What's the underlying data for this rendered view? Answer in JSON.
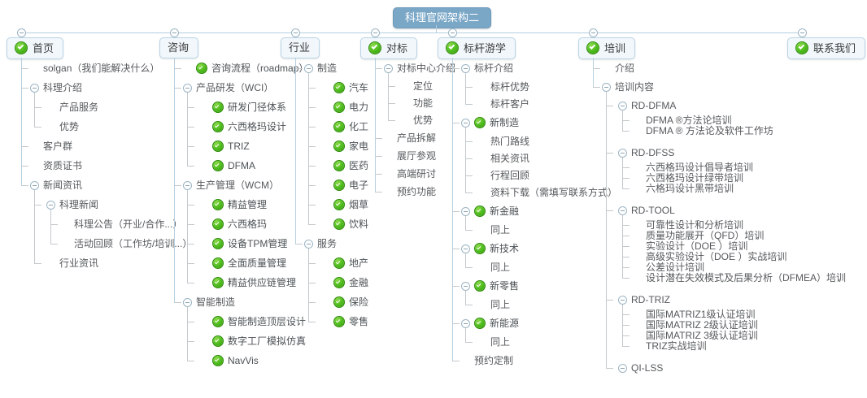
{
  "root": {
    "title": "科理官网架构二"
  },
  "icons": {
    "check": "check-circle-icon",
    "collapse": "collapse-minus-icon"
  },
  "colors": {
    "root_bg": "#7ba7c7",
    "node_bg": "#f2f7fb",
    "node_border": "#b9d4e6",
    "connector_blue": "#b6cfe0",
    "connector_gray": "#c3c9cd",
    "check_green": "#56c223",
    "text": "#4c5256",
    "canvas_bg": "#ffffff"
  },
  "columns": [
    {
      "id": "home",
      "label": "首页",
      "checked": true,
      "items": [
        {
          "text": "solgan（我们能解决什么）",
          "depth": 1,
          "toggle": false,
          "check": false
        },
        {
          "text": "科理介绍",
          "depth": 1,
          "toggle": true,
          "check": false
        },
        {
          "text": "产品服务",
          "depth": 2,
          "toggle": false,
          "check": false
        },
        {
          "text": "优势",
          "depth": 2,
          "toggle": false,
          "check": false
        },
        {
          "text": "客户群",
          "depth": 1,
          "toggle": false,
          "check": false
        },
        {
          "text": "资质证书",
          "depth": 1,
          "toggle": false,
          "check": false
        },
        {
          "text": "新闻资讯",
          "depth": 1,
          "toggle": true,
          "check": false
        },
        {
          "text": "科理新闻",
          "depth": 2,
          "toggle": true,
          "check": false
        },
        {
          "text": "科理公告（开业/合作...）",
          "depth": 3,
          "toggle": false,
          "check": false
        },
        {
          "text": "活动回顾（工作坊/培训...）",
          "depth": 3,
          "toggle": false,
          "check": false
        },
        {
          "text": "行业资讯",
          "depth": 2,
          "toggle": false,
          "check": false
        }
      ]
    },
    {
      "id": "consulting",
      "label": "咨询",
      "checked": false,
      "items": [
        {
          "text": "咨询流程（roadmap）",
          "depth": 1,
          "toggle": false,
          "check": true
        },
        {
          "text": "产品研发（WCI）",
          "depth": 1,
          "toggle": true,
          "check": false
        },
        {
          "text": "研发门径体系",
          "depth": 2,
          "toggle": false,
          "check": true
        },
        {
          "text": "六西格玛设计",
          "depth": 2,
          "toggle": false,
          "check": true
        },
        {
          "text": "TRIZ",
          "depth": 2,
          "toggle": false,
          "check": true
        },
        {
          "text": "DFMA",
          "depth": 2,
          "toggle": false,
          "check": true
        },
        {
          "text": "生产管理（WCM）",
          "depth": 1,
          "toggle": true,
          "check": false
        },
        {
          "text": "精益管理",
          "depth": 2,
          "toggle": false,
          "check": true
        },
        {
          "text": "六西格玛",
          "depth": 2,
          "toggle": false,
          "check": true
        },
        {
          "text": "设备TPM管理",
          "depth": 2,
          "toggle": false,
          "check": true
        },
        {
          "text": "全面质量管理",
          "depth": 2,
          "toggle": false,
          "check": true
        },
        {
          "text": "精益供应链管理",
          "depth": 2,
          "toggle": false,
          "check": true
        },
        {
          "text": "智能制造",
          "depth": 1,
          "toggle": true,
          "check": false
        },
        {
          "text": "智能制造顶层设计",
          "depth": 2,
          "toggle": false,
          "check": true
        },
        {
          "text": "数字工厂模拟仿真",
          "depth": 2,
          "toggle": false,
          "check": true
        },
        {
          "text": "NavVis",
          "depth": 2,
          "toggle": false,
          "check": true
        }
      ]
    },
    {
      "id": "industry",
      "label": "行业",
      "checked": false,
      "items": [
        {
          "text": "制造",
          "depth": 1,
          "toggle": true,
          "check": false
        },
        {
          "text": "汽车",
          "depth": 2,
          "toggle": false,
          "check": true
        },
        {
          "text": "电力",
          "depth": 2,
          "toggle": false,
          "check": true
        },
        {
          "text": "化工",
          "depth": 2,
          "toggle": false,
          "check": true
        },
        {
          "text": "家电",
          "depth": 2,
          "toggle": false,
          "check": true
        },
        {
          "text": "医药",
          "depth": 2,
          "toggle": false,
          "check": true
        },
        {
          "text": "电子",
          "depth": 2,
          "toggle": false,
          "check": true
        },
        {
          "text": "烟草",
          "depth": 2,
          "toggle": false,
          "check": true
        },
        {
          "text": "饮料",
          "depth": 2,
          "toggle": false,
          "check": true
        },
        {
          "text": "服务",
          "depth": 1,
          "toggle": true,
          "check": false
        },
        {
          "text": "地产",
          "depth": 2,
          "toggle": false,
          "check": true
        },
        {
          "text": "金融",
          "depth": 2,
          "toggle": false,
          "check": true
        },
        {
          "text": "保险",
          "depth": 2,
          "toggle": false,
          "check": true
        },
        {
          "text": "零售",
          "depth": 2,
          "toggle": false,
          "check": true
        }
      ]
    },
    {
      "id": "benchmark",
      "label": "对标",
      "checked": true,
      "items": [
        {
          "text": "对标中心介绍",
          "depth": 1,
          "toggle": true,
          "check": false
        },
        {
          "text": "定位",
          "depth": 2,
          "toggle": false,
          "check": false
        },
        {
          "text": "功能",
          "depth": 2,
          "toggle": false,
          "check": false
        },
        {
          "text": "优势",
          "depth": 2,
          "toggle": false,
          "check": false
        },
        {
          "text": "产品拆解",
          "depth": 1,
          "toggle": false,
          "check": false
        },
        {
          "text": "展厅参观",
          "depth": 1,
          "toggle": false,
          "check": false
        },
        {
          "text": "高端研讨",
          "depth": 1,
          "toggle": false,
          "check": false
        },
        {
          "text": "预约功能",
          "depth": 1,
          "toggle": false,
          "check": false
        }
      ]
    },
    {
      "id": "studytour",
      "label": "标杆游学",
      "checked": true,
      "items": [
        {
          "text": "标杆介绍",
          "depth": 1,
          "toggle": true,
          "check": false
        },
        {
          "text": "标杆优势",
          "depth": 2,
          "toggle": false,
          "check": false
        },
        {
          "text": "标杆客户",
          "depth": 2,
          "toggle": false,
          "check": false
        },
        {
          "text": "新制造",
          "depth": 1,
          "toggle": true,
          "check": true
        },
        {
          "text": "热门路线",
          "depth": 2,
          "toggle": false,
          "check": false
        },
        {
          "text": "相关资讯",
          "depth": 2,
          "toggle": false,
          "check": false
        },
        {
          "text": "行程回顾",
          "depth": 2,
          "toggle": false,
          "check": false
        },
        {
          "text": "资料下载（需填写联系方式）",
          "depth": 2,
          "toggle": false,
          "check": false
        },
        {
          "text": "新金融",
          "depth": 1,
          "toggle": true,
          "check": true
        },
        {
          "text": "同上",
          "depth": 2,
          "toggle": false,
          "check": false
        },
        {
          "text": "新技术",
          "depth": 1,
          "toggle": true,
          "check": true
        },
        {
          "text": "同上",
          "depth": 2,
          "toggle": false,
          "check": false
        },
        {
          "text": "新零售",
          "depth": 1,
          "toggle": true,
          "check": true
        },
        {
          "text": "同上",
          "depth": 2,
          "toggle": false,
          "check": false
        },
        {
          "text": "新能源",
          "depth": 1,
          "toggle": true,
          "check": true
        },
        {
          "text": "同上",
          "depth": 2,
          "toggle": false,
          "check": false
        },
        {
          "text": "预约定制",
          "depth": 1,
          "toggle": false,
          "check": false
        }
      ]
    },
    {
      "id": "training",
      "label": "培训",
      "checked": true,
      "items": [
        {
          "text": "介绍",
          "depth": 1,
          "toggle": false,
          "check": false
        },
        {
          "text": "培训内容",
          "depth": 1,
          "toggle": true,
          "check": false
        },
        {
          "text": "RD-DFMA",
          "depth": 2,
          "toggle": true,
          "check": false
        },
        {
          "text": "DFMA ®方法论培训",
          "depth": 3,
          "toggle": false,
          "check": false
        },
        {
          "text": "DFMA ® 方法论及软件工作坊",
          "depth": 3,
          "toggle": false,
          "check": false
        },
        {
          "text": "RD-DFSS",
          "depth": 2,
          "toggle": true,
          "check": false
        },
        {
          "text": "六西格玛设计倡导者培训",
          "depth": 3,
          "toggle": false,
          "check": false
        },
        {
          "text": "六西格玛设计绿带培训",
          "depth": 3,
          "toggle": false,
          "check": false
        },
        {
          "text": "六格玛设计黑带培训",
          "depth": 3,
          "toggle": false,
          "check": false
        },
        {
          "text": "RD-TOOL",
          "depth": 2,
          "toggle": true,
          "check": false
        },
        {
          "text": "可靠性设计和分析培训",
          "depth": 3,
          "toggle": false,
          "check": false
        },
        {
          "text": "质量功能展开（QFD）培训",
          "depth": 3,
          "toggle": false,
          "check": false
        },
        {
          "text": "实验设计（DOE ）培训",
          "depth": 3,
          "toggle": false,
          "check": false
        },
        {
          "text": "高级实验设计（DOE ）实战培训",
          "depth": 3,
          "toggle": false,
          "check": false
        },
        {
          "text": "公差设计培训",
          "depth": 3,
          "toggle": false,
          "check": false
        },
        {
          "text": "设计潜在失效模式及后果分析（DFMEA）培训",
          "depth": 3,
          "toggle": false,
          "check": false
        },
        {
          "text": "RD-TRIZ",
          "depth": 2,
          "toggle": true,
          "check": false
        },
        {
          "text": "国际MATRIZ1级认证培训",
          "depth": 3,
          "toggle": false,
          "check": false
        },
        {
          "text": "国际MATRIZ 2级认证培训",
          "depth": 3,
          "toggle": false,
          "check": false
        },
        {
          "text": "国际MATRIZ 3级认证培训",
          "depth": 3,
          "toggle": false,
          "check": false
        },
        {
          "text": "TRIZ实战培训",
          "depth": 3,
          "toggle": false,
          "check": false
        },
        {
          "text": "QI-LSS",
          "depth": 2,
          "toggle": true,
          "check": false
        }
      ]
    },
    {
      "id": "contact",
      "label": "联系我们",
      "checked": true,
      "items": []
    }
  ]
}
